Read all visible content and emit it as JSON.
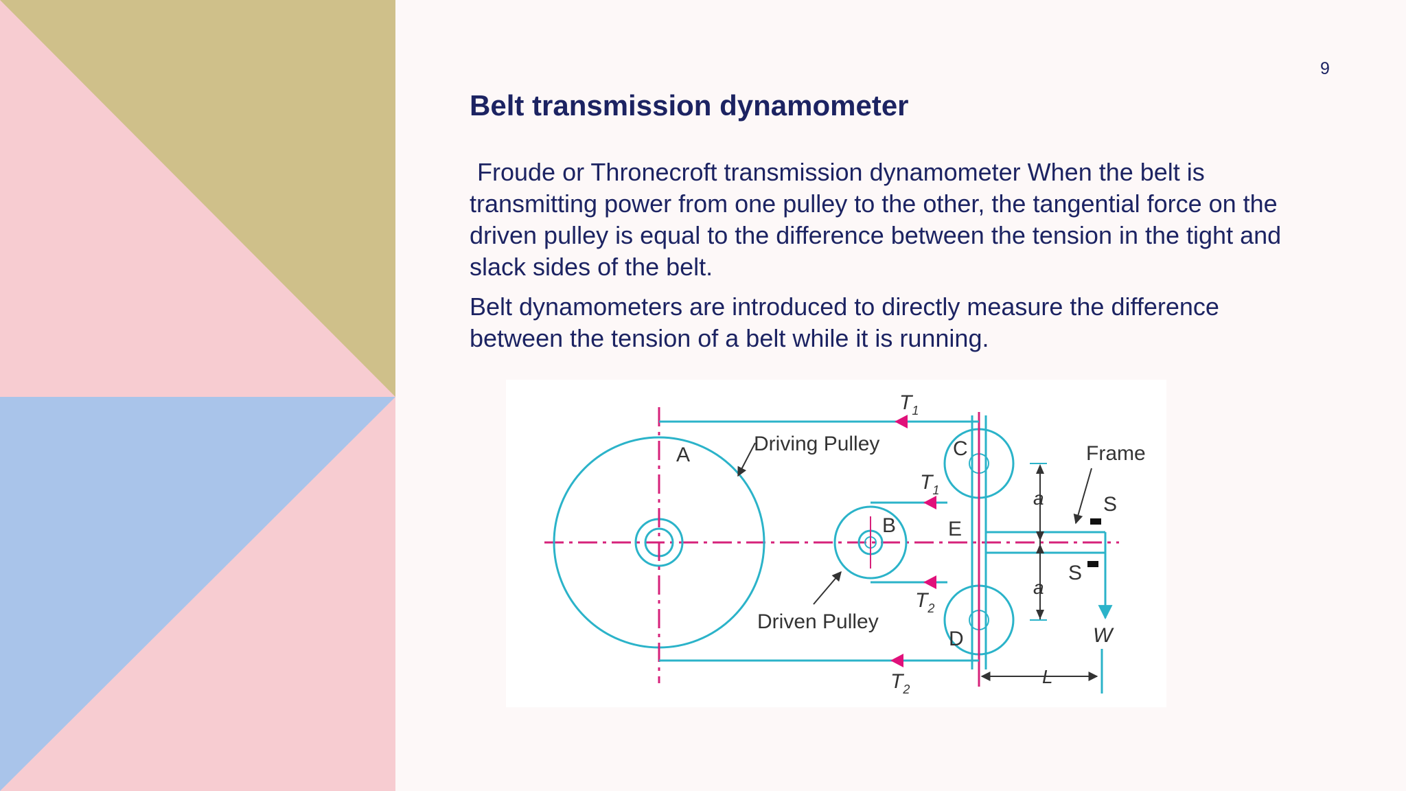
{
  "slide": {
    "page_number": "9",
    "title": "Belt transmission dynamometer",
    "paragraphs": [
      "Froude or Thronecroft transmission dynamometer When the belt is transmitting power from one pulley to the other, the tangential force on the driven pulley is equal to the difference between the tension in the tight and slack sides of the belt.",
      "Belt dynamometers are introduced to directly measure the difference between the tension of a belt while it is running."
    ]
  },
  "diagram": {
    "labels": {
      "pulley_a": "A",
      "pulley_b": "B",
      "pulley_c": "C",
      "pulley_d": "D",
      "point_e": "E",
      "driving_pulley": "Driving Pulley",
      "driven_pulley": "Driven Pulley",
      "frame": "Frame",
      "stop_top": "S",
      "stop_bottom": "S",
      "tension_t1": "T",
      "tension_t1_sub": "1",
      "tension_t2": "T",
      "tension_t2_sub": "2",
      "dim_a": "a",
      "length_l": "L",
      "weight_w": "W"
    }
  },
  "colors": {
    "belt": "#2bb3c9",
    "centerline": "#d6217a",
    "arrow": "#e0117a",
    "ink": "#333333",
    "text": "#1c2362",
    "deco_gold": "#cfc08a",
    "deco_pink": "#f7ccd1",
    "deco_blue": "#a9c4ea"
  }
}
